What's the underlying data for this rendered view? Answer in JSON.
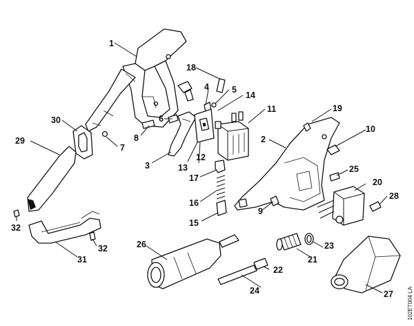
{
  "diagram_code": "102ET004 LA",
  "labels": {
    "p1": "1",
    "p2": "2",
    "p3": "3",
    "p4": "4",
    "p5": "5",
    "p6": "6",
    "p7": "7",
    "p8": "8",
    "p9": "9",
    "p10": "10",
    "p11": "11",
    "p12": "12",
    "p13": "13",
    "p14": "14",
    "p15": "15",
    "p16": "16",
    "p17": "17",
    "p18": "18",
    "p19": "19",
    "p20": "20",
    "p21": "21",
    "p22": "22",
    "p23": "23",
    "p24": "24",
    "p25": "25",
    "p26": "26",
    "p27": "27",
    "p28": "28",
    "p29": "29",
    "p30": "30",
    "p31": "31",
    "p32a": "32",
    "p32b": "32"
  }
}
